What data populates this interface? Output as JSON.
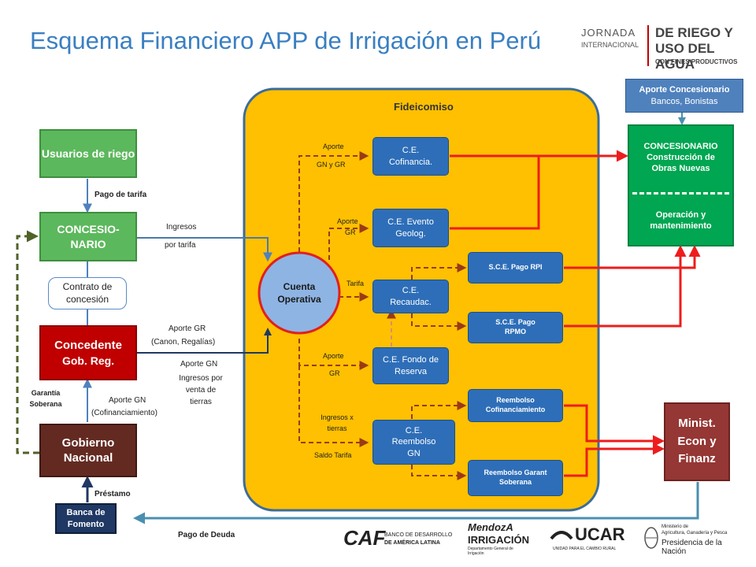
{
  "title": "Esquema Financiero APP de Irrigación en Perú",
  "header_logo": {
    "line1": "JORNADA",
    "line2": "INTERNACIONAL",
    "line3": "DE RIEGO Y",
    "line4": "USO DEL AGUA",
    "line5": "CON FINES PRODUCTIVOS"
  },
  "fideicomiso_label": "Fideicomiso",
  "nodes": {
    "usuarios": "Usuarios de riego",
    "concesionario_left": "CONCESIO-NARIO",
    "contrato": "Contrato de concesión",
    "concedente_l1": "Concedente",
    "concedente_l2": "Gob. Reg.",
    "gobierno": "Gobierno Nacional",
    "banca": "Banca de Fomento",
    "cuenta": "Cuenta Operativa",
    "ce_cofinancia": "C.E. Cofinancia.",
    "ce_evento": "C.E. Evento Geolog.",
    "ce_recaudac": "C.E. Recaudac.",
    "ce_fondo": "C.E. Fondo de Reserva",
    "ce_reembolso": "C.E. Reembolso GN",
    "sce_rpi": "S.C.E. Pago RPI",
    "sce_rpmo": "S.C.E. Pago RPMO",
    "reemb_cofin": "Reembolso Cofinanciamiento",
    "reemb_garant": "Reembolso Garant Soberana",
    "aporte_conc_l1": "Aporte Concesionario",
    "aporte_conc_l2": "Bancos, Bonistas",
    "conc_right_top": "CONCESIONARIO Construcción de Obras Nuevas",
    "conc_right_bottom": "Operación y mantenimiento",
    "minist": "Minist. Econ y Finanz"
  },
  "labels": {
    "pago_tarifa": "Pago de tarifa",
    "ingresos": "Ingresos",
    "por_tarifa": "por tarifa",
    "aporte_gr_l1": "Aporte GR",
    "aporte_gr_l2": "(Canon, Regalías)",
    "aporte_gn": "Aporte GN",
    "ingresos_venta": "Ingresos por venta de tierras",
    "garantia": "Garantía Soberana",
    "aporte_gn_cofin_l1": "Aporte GN",
    "aporte_gn_cofin_l2": "(Cofinanciamiento)",
    "prestamo": "Préstamo",
    "pago_deuda": "Pago de Deuda",
    "aporte_gn_gr_l1": "Aporte",
    "aporte_gn_gr_l2": "GN y GR",
    "aporte_gr2_l1": "Aporte",
    "aporte_gr2_l2": "GR",
    "tarifa": "Tarifa",
    "aporte_gr3_l1": "Aporte",
    "aporte_gr3_l2": "GR",
    "ingresos_tierras": "Ingresos x tierras",
    "saldo_tarifa": "Saldo Tarifa"
  },
  "footer_logos": {
    "caf_mark": "CAF",
    "caf_l1": "BANCO DE DESARROLLO",
    "caf_l2": "DE AMÉRICA LATINA",
    "mendoza_l1": "MendozA",
    "mendoza_l2": "IRRIGACIÓN",
    "mendoza_l3": "Departamento General de Irrigación",
    "ucar": "UCAR",
    "ucar_sub": "UNIDAD PARA EL CAMBIO RURAL",
    "min_l1": "Ministerio de",
    "min_l2": "Agricultura, Ganadería y Pesca",
    "min_l3": "Presidencia de la Nación"
  },
  "colors": {
    "title": "#3a7fc1",
    "fideicomiso_bg": "#fec000",
    "green": "#5cb85c",
    "blue": "#2e6eb8",
    "concedente": "#c00000",
    "gobierno": "#632a22",
    "minist": "#953734",
    "cuenta": "#8eb4e3",
    "red_line": "#ee1c1c",
    "brown_dash": "#9b3a16",
    "olive_dash": "#4f6228",
    "steel_line": "#4a8fb0"
  }
}
